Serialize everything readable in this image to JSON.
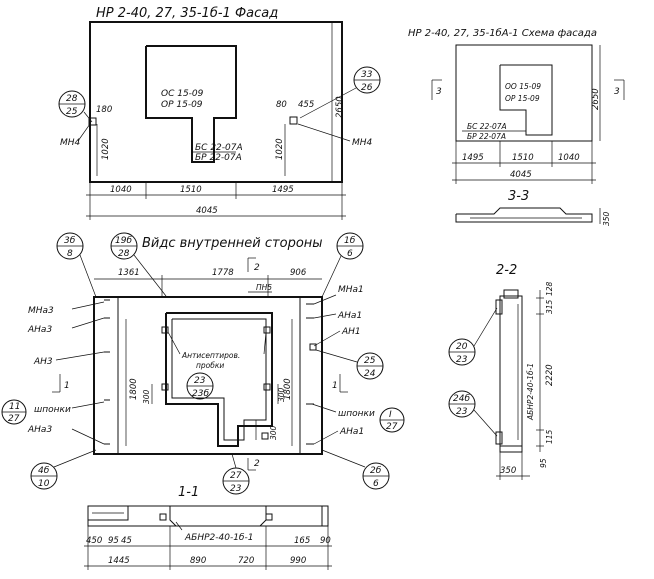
{
  "facade": {
    "title": "НР 2-40, 27, 35-1б-1 Фасад",
    "window_1": "ОС 15-09",
    "window_2": "ОР 15-09",
    "door_1": "БС 22-07А",
    "door_2": "БР 22-07А",
    "callout_left_top": "28",
    "callout_left_bottom": "25",
    "callout_right_top": "33",
    "callout_right_bottom": "26",
    "mh4_left": "МН4",
    "mh4_right": "МН4",
    "dim_180": "180",
    "dim_1020_left": "1020",
    "dim_80": "80",
    "dim_455": "455",
    "dim_1020_right": "1020",
    "dim_2650": "2650",
    "dim_1040": "1040",
    "dim_1510": "1510",
    "dim_1495": "1495",
    "dim_4045": "4045"
  },
  "scheme": {
    "title": "НР 2-40, 27, 35-1бА-1 Схема фасада",
    "window_1": "ОО 15-09",
    "window_2": "ОР 15-09",
    "door_1": "БС 22-07А",
    "door_2": "БР 22-07А",
    "section_left": "3",
    "section_right": "3",
    "dim_2650": "2650",
    "dim_1495": "1495",
    "dim_1510": "1510",
    "dim_1040": "1040",
    "dim_4045": "4045"
  },
  "section_33": {
    "title": "3-3",
    "dim_350": "350"
  },
  "inner": {
    "title": "Вйдс внутренней стороны",
    "callout_a_top": "3б",
    "callout_a_bottom": "8",
    "callout_b_top": "19б",
    "callout_b_bottom": "28",
    "callout_c_top": "1б",
    "callout_c_bottom": "6",
    "dim_1361": "1361",
    "dim_1778": "1778",
    "dim_906": "906",
    "section_2": "2",
    "pn5": "ПН5",
    "mna3": "МНа3",
    "ana3_top": "АНа3",
    "an3": "АН3",
    "section_1_left": "1",
    "shponki_left": "шпонки",
    "callout_11_top": "11",
    "callout_11_bottom": "27",
    "ana3_bottom": "АНа3",
    "callout_4b_top": "4б",
    "callout_4b_bottom": "10",
    "mna1": "МНа1",
    "ana1_top": "АНа1",
    "an1": "АН1",
    "callout_25_top": "25",
    "callout_25_bottom": "24",
    "section_1_right": "1",
    "shponki_right": "шпонки",
    "callout_i_top": "I",
    "callout_i_bottom": "27",
    "ana1_bottom": "АНа1",
    "callout_2b_top": "2б",
    "callout_2b_bottom": "6",
    "antiseptic_1": "Антисептиров.",
    "antiseptic_2": "пробки",
    "callout_23_top": "23",
    "callout_23_bottom": "23б",
    "dim_1800_left": "1800",
    "dim_1800_right": "1800",
    "dim_300_a": "300",
    "dim_300_b": "300",
    "dim_300_c": "300",
    "section_2_bottom": "2",
    "callout_27_top": "27",
    "callout_27_bottom": "23"
  },
  "section_11": {
    "title": "1-1",
    "mark": "АБНР2-40-1б-1",
    "dim_450": "450",
    "dim_95": "95",
    "dim_45": "45",
    "dim_1445": "1445",
    "dim_890": "890",
    "dim_720": "720",
    "dim_165": "165",
    "dim_90": "90",
    "dim_990": "990"
  },
  "section_22": {
    "title": "2-2",
    "callout_20_top": "20",
    "callout_20_bottom": "23",
    "callout_24b_top": "24б",
    "callout_24b_bottom": "23",
    "mark": "АБНР2-40-1б-1",
    "dim_128": "128",
    "dim_315": "315",
    "dim_2220": "2220",
    "dim_115": "115",
    "dim_95": "95",
    "dim_350": "350"
  }
}
